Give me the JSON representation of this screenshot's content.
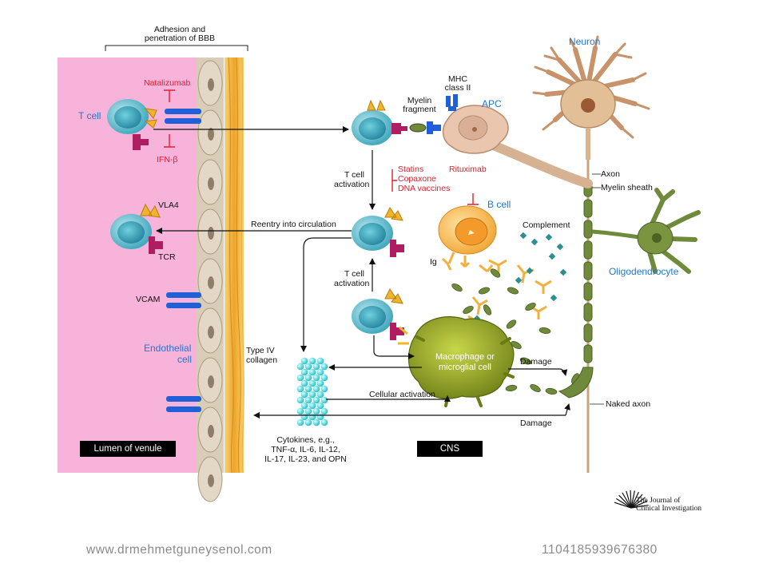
{
  "header": {
    "bracket_label_1": "Adhesion and",
    "bracket_label_2": "penetration of BBB"
  },
  "cells": {
    "t_cell": "T cell",
    "endothelial_1": "Endothelial",
    "endothelial_2": "cell",
    "neuron": "Neuron",
    "apc": "APC",
    "b_cell": "B cell",
    "oligodendrocyte": "Oligodendrocyte",
    "macrophage_1": "Macrophage or",
    "macrophage_2": "microglial cell"
  },
  "molecules": {
    "vla4": "VLA4",
    "tcr": "TCR",
    "vcam": "VCAM",
    "mhc_1": "MHC",
    "mhc_2": "class II",
    "myelin_fragment_1": "Myelin",
    "myelin_fragment_2": "fragment",
    "ig": "Ig",
    "complement": "Complement",
    "type4_1": "Type IV",
    "type4_2": "collagen",
    "axon": "Axon",
    "myelin_sheath": "Myelin sheath",
    "naked_axon": "Naked axon"
  },
  "drugs": {
    "natalizumab": "Natalizumab",
    "ifn": "IFN-β",
    "statins": "Statins",
    "copaxone": "Copaxone",
    "dna_vaccines": "DNA vaccines",
    "rituximab": "Rituximab"
  },
  "processes": {
    "t_activation_1a": "T cell",
    "t_activation_1b": "activation",
    "t_activation_2a": "T cell",
    "t_activation_2b": "activation",
    "reentry": "Reentry into circulation",
    "damage_1": "Damage",
    "damage_2": "Damage",
    "cellular_activation": "Cellular activation",
    "cytokines_1": "Cytokines, e.g.,",
    "cytokines_2": "TNF-α, IL-6, IL-12,",
    "cytokines_3": "IL-17, IL-23, and OPN"
  },
  "regions": {
    "lumen": "Lumen of venule",
    "cns": "CNS"
  },
  "journal": {
    "line1": "The Journal of",
    "line2": "Clinical Investigation"
  },
  "footer": {
    "website": "www.drmehmetguneysenol.com",
    "id_number": "1104185939676380"
  },
  "colors": {
    "lumen_pink": "#f7b3da",
    "collagen_orange": "#f2b13a",
    "tcell_teal": "#4fb7c8",
    "receptor_blue": "#1f5fd8",
    "tcr_magenta": "#b01e62",
    "inhibitor_red": "#e02030",
    "macrophage_olive": "#8a9a1e",
    "neuron_tan": "#d9b48f",
    "oligo_green": "#6f8a3a",
    "cytokine_cyan": "#2fd6d9",
    "bcell_orange": "#f4b03c",
    "label_blue": "#1f78d1"
  }
}
